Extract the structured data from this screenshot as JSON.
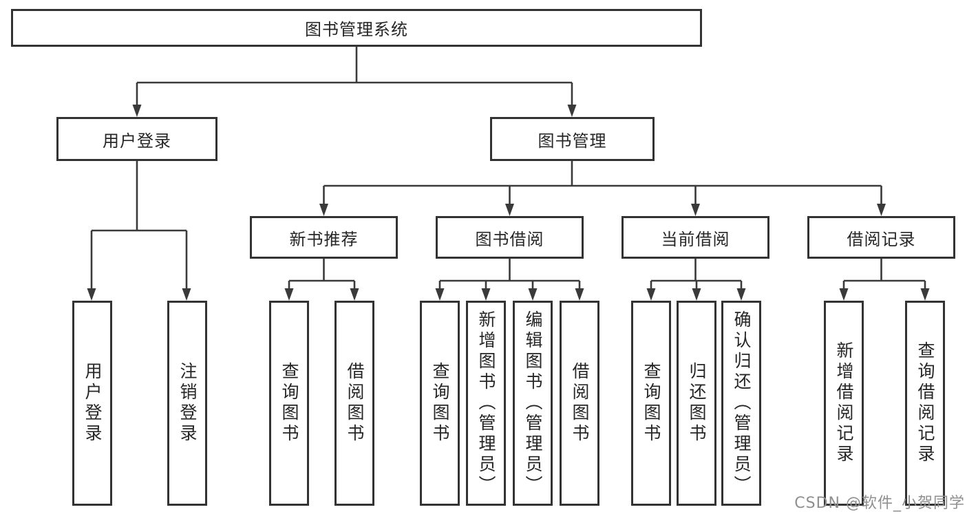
{
  "diagram": {
    "root": {
      "label": "图书管理系统"
    },
    "branches": [
      {
        "label": "用户登录",
        "leaves": [
          {
            "label": "用户登录"
          },
          {
            "label": "注销登录"
          }
        ]
      },
      {
        "label": "图书管理",
        "groups": [
          {
            "label": "新书推荐",
            "leaves": [
              {
                "label": "查询图书"
              },
              {
                "label": "借阅图书"
              }
            ]
          },
          {
            "label": "图书借阅",
            "leaves": [
              {
                "label": "查询图书"
              },
              {
                "label": "新增图书（管理员）"
              },
              {
                "label": "编辑图书（管理员）"
              },
              {
                "label": "借阅图书"
              }
            ]
          },
          {
            "label": "当前借阅",
            "leaves": [
              {
                "label": "查询图书"
              },
              {
                "label": "归还图书"
              },
              {
                "label": "确认归还（管理员）"
              }
            ]
          },
          {
            "label": "借阅记录",
            "leaves": [
              {
                "label": "新增借阅记录"
              },
              {
                "label": "查询借阅记录"
              }
            ]
          }
        ]
      }
    ]
  },
  "watermark": {
    "text": "CSDN @软件_小贺同学",
    "color": "#8f8f8f"
  },
  "colors": {
    "line": "#3a3a3a",
    "box_border": "#333333",
    "text": "#262626",
    "background": "#ffffff"
  }
}
